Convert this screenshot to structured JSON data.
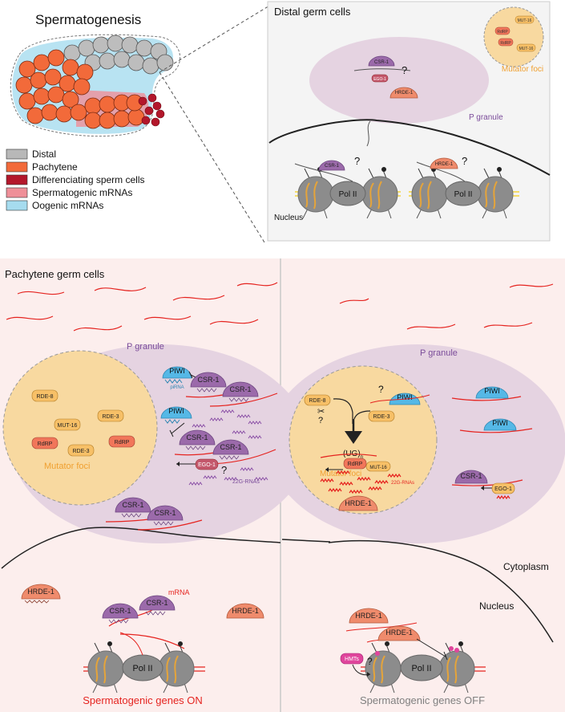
{
  "title": "Spermatogenesis",
  "legend": [
    {
      "label": "Distal",
      "color": "#b8b8b8"
    },
    {
      "label": "Pachytene",
      "color": "#f26a3a"
    },
    {
      "label": "Differenciating sperm cells",
      "color": "#b3172b"
    },
    {
      "label": "Spermatogenic mRNAs",
      "color": "#ef8f98"
    },
    {
      "label": "Oogenic mRNAs",
      "color": "#a6dcef"
    }
  ],
  "distal": {
    "title": "Distal germ cells",
    "p_granule": "P granule",
    "mutator_foci": "Mutator foci",
    "nucleus": "Nucleus",
    "pol": "Pol II",
    "csr1": "CSR-1",
    "ego1": "EGO-1",
    "hrde1": "HRDE-1",
    "q": "?",
    "foci_proteins": [
      "MUT-16",
      "RdRP",
      "RdRP",
      "MUT-16"
    ]
  },
  "pachytene": {
    "title": "Pachytene germ cells",
    "cytoplasm": "Cytoplasm",
    "nucleus": "Nucleus",
    "left": {
      "p_granule": "P granule",
      "mutator_foci": "Mutator foci",
      "foci_proteins": [
        "RDE-8",
        "MUT-16",
        "RDE-3",
        "RdRP",
        "RDE-3",
        "RdRP"
      ],
      "piwi": "PIWI",
      "pirna": "piRNA",
      "csr1": "CSR-1",
      "ego1": "EGO-1",
      "q": "?",
      "rnas22g": "22G-RNAs",
      "mrna": "mRNA",
      "hrde1": "HRDE-1",
      "pol": "Pol II",
      "status": "Spermatogenic genes ON"
    },
    "right": {
      "p_granule": "P granule",
      "mutator_foci": "Mutator foci",
      "rde8": "RDE-8",
      "rde3": "RDE-3",
      "piwi": "PIWI",
      "ug": "(UG)",
      "ug_sub": "n",
      "rdrp": "RdRP",
      "mut16": "MUT-16",
      "rnas22g": "22G-RNAs",
      "hrde1": "HRDE-1",
      "csr1": "CSR-1",
      "ego1": "EGO-1",
      "hmts": "HMTs",
      "pol": "Pol II",
      "q": "?",
      "status": "Spermatogenic genes OFF"
    }
  },
  "colors": {
    "csr": "#9b6aaa",
    "hrde": "#ef8b6c",
    "piwi": "#55b8e6",
    "foci_fill": "#f8d9a0",
    "foci_text": "#f0a030",
    "granule": "#e5d3e1",
    "granule_text": "#7b4c9a",
    "mrna": "#e52420",
    "panel": "#fceeed",
    "hmts": "#e0459c",
    "on": "#e52420",
    "off": "#808080"
  }
}
